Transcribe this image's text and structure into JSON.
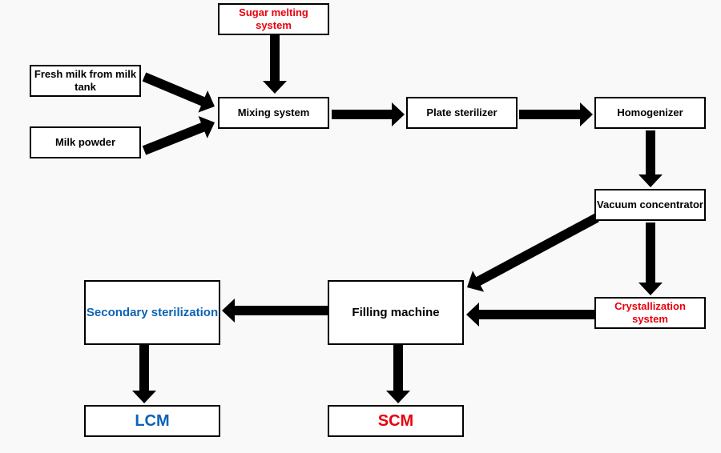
{
  "nodes": {
    "sugar_melting": "Sugar melting system",
    "fresh_milk": "Fresh milk from milk tank",
    "milk_powder": "Milk powder",
    "mixing_system": "Mixing system",
    "plate_sterilizer": "Plate sterilizer",
    "homogenizer": "Homogenizer",
    "vacuum_concentrator": "Vacuum concentrator",
    "crystallization_system": "Crystallization system",
    "filling_machine": "Filling machine",
    "secondary_sterilization": "Secondary sterilization",
    "lcm": "LCM",
    "scm": "SCM"
  },
  "colors": {
    "arrow": "#000000",
    "highlight_red": "#e8000b",
    "highlight_blue": "#0b63b5",
    "background": "#f9f9f9"
  },
  "edges": [
    {
      "from": "sugar_melting",
      "to": "mixing_system"
    },
    {
      "from": "fresh_milk",
      "to": "mixing_system"
    },
    {
      "from": "milk_powder",
      "to": "mixing_system"
    },
    {
      "from": "mixing_system",
      "to": "plate_sterilizer"
    },
    {
      "from": "plate_sterilizer",
      "to": "homogenizer"
    },
    {
      "from": "homogenizer",
      "to": "vacuum_concentrator"
    },
    {
      "from": "vacuum_concentrator",
      "to": "filling_machine"
    },
    {
      "from": "vacuum_concentrator",
      "to": "crystallization_system"
    },
    {
      "from": "crystallization_system",
      "to": "filling_machine"
    },
    {
      "from": "filling_machine",
      "to": "secondary_sterilization"
    },
    {
      "from": "secondary_sterilization",
      "to": "lcm"
    },
    {
      "from": "filling_machine",
      "to": "scm"
    }
  ]
}
